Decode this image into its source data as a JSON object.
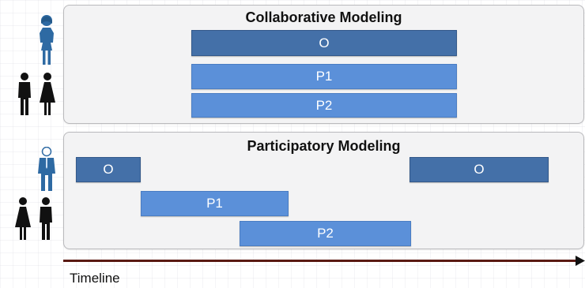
{
  "collaborative": {
    "title": "Collaborative Modeling",
    "bars": {
      "o": "O",
      "p1": "P1",
      "p2": "P2"
    }
  },
  "participatory": {
    "title": "Participatory Modeling",
    "bars": {
      "o_start": "O",
      "o_end": "O",
      "p1": "P1",
      "p2": "P2"
    }
  },
  "timeline": {
    "label": "Timeline"
  },
  "colors": {
    "organizer_bar": "#4470a8",
    "participant_bar": "#5b90d9",
    "organizer_figure": "#2e6aa3",
    "participant_figure": "#111111",
    "timeline_axis": "#5a1a12"
  }
}
